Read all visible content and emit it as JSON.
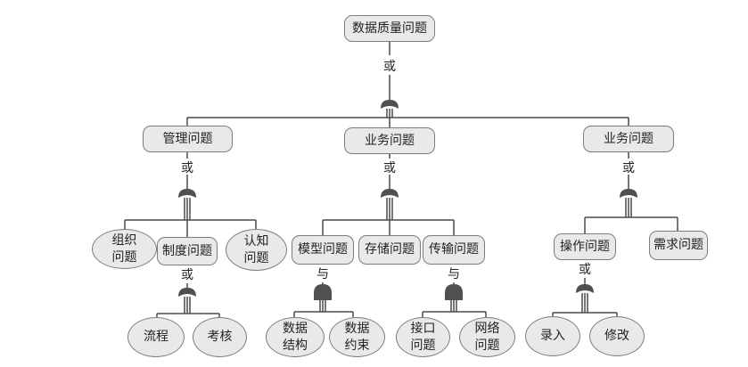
{
  "root": {
    "label": "数据质量问题",
    "gate": "或"
  },
  "categories": [
    {
      "label": "管理问题",
      "gate": "或"
    },
    {
      "label": "业务问题",
      "gate": "或"
    },
    {
      "label": "业务问题",
      "gate": "或"
    }
  ],
  "management_children": [
    {
      "label": "组织\n问题"
    },
    {
      "label": "制度问题",
      "gate": "或"
    },
    {
      "label": "认知\n问题"
    }
  ],
  "system_children": [
    {
      "label": "模型问题",
      "gate": "与"
    },
    {
      "label": "存储问题"
    },
    {
      "label": "传输问题",
      "gate": "与"
    }
  ],
  "business_children": [
    {
      "label": "操作问题",
      "gate": "或"
    },
    {
      "label": "需求问题"
    }
  ],
  "leaves": {
    "policy": [
      "流程",
      "考核"
    ],
    "model": [
      "数据\n结构",
      "数据\n约束"
    ],
    "transfer": [
      "接口\n问题",
      "网络\n问题"
    ],
    "operation": [
      "录入",
      "修改"
    ]
  },
  "colors": {
    "line": "#4a4a4a",
    "gate": "#505050",
    "node_fill": "#e9e9e9",
    "node_border": "#7d7d7d"
  }
}
